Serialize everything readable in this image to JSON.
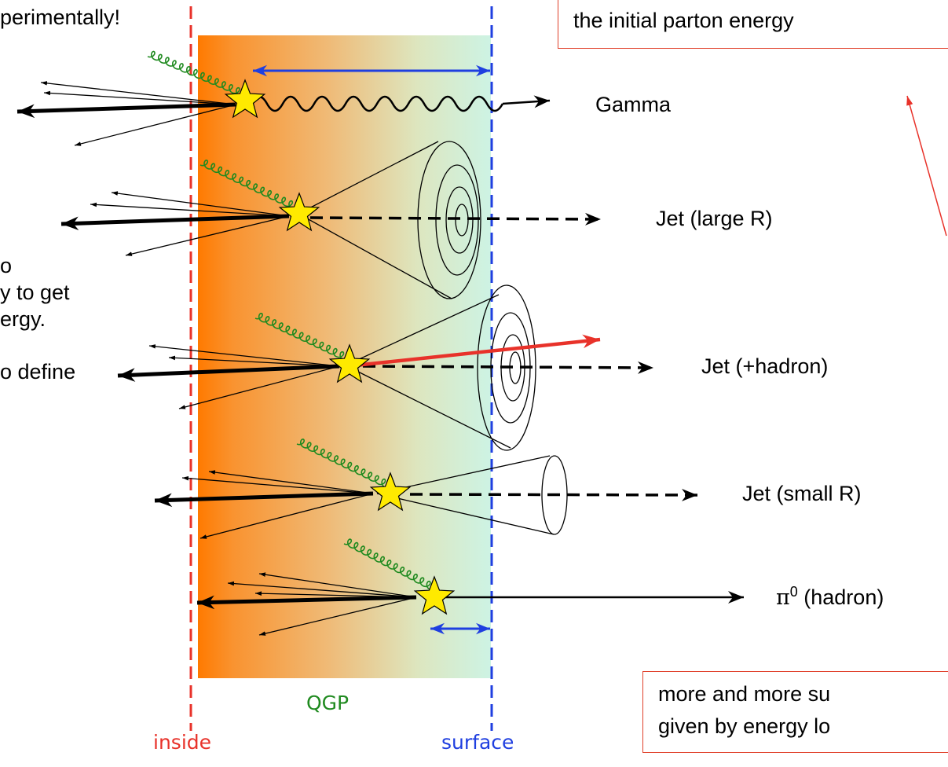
{
  "top_text": "perimentally!",
  "left_text": {
    "line1": "o",
    "line2": "y to get",
    "line3": "ergy.",
    "line4": "o define"
  },
  "top_box_text": "the initial parton energy",
  "bottom_box": {
    "line1": "more and more su",
    "line2": "given by energy lo"
  },
  "probes": [
    {
      "label": "Gamma"
    },
    {
      "label": "Jet (large R)"
    },
    {
      "label": "Jet (+hadron)"
    },
    {
      "label": "Jet (small R)"
    },
    {
      "label_symbol": "π",
      "label_sup": "0",
      "label_rest": " (hadron)"
    }
  ],
  "region_labels": {
    "medium": "QGP",
    "inside": "inside",
    "surface": "surface"
  },
  "colors": {
    "inside_line": "#e8322a",
    "surface_line": "#1f3fe0",
    "red_arrow": "#e8322a",
    "blue_arrow": "#1f3fe0",
    "star_fill": "#ffea00",
    "gluon": "#1f8a1f",
    "medium_hot": "#ff7a00",
    "medium_cold": "#d2f5e6",
    "qgp_label": "#1f8a1f"
  }
}
